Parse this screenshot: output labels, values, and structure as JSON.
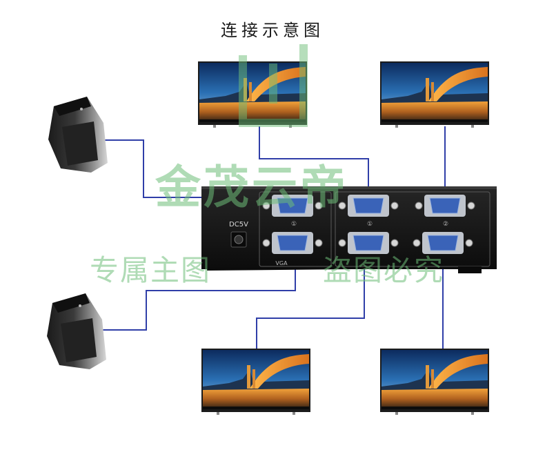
{
  "title": "连接示意图",
  "device": {
    "power_label": "DC5V",
    "bottom_label": "VGA",
    "port_labels": [
      "①",
      "①",
      "②"
    ]
  },
  "watermark": {
    "main": "金茂云帝",
    "left": "专属主图",
    "right": "盗图必究"
  },
  "colors": {
    "cable": "#2f3ea8",
    "device_body": "#161616",
    "port": "#3a63b8",
    "watermark": "#6ebe78"
  }
}
